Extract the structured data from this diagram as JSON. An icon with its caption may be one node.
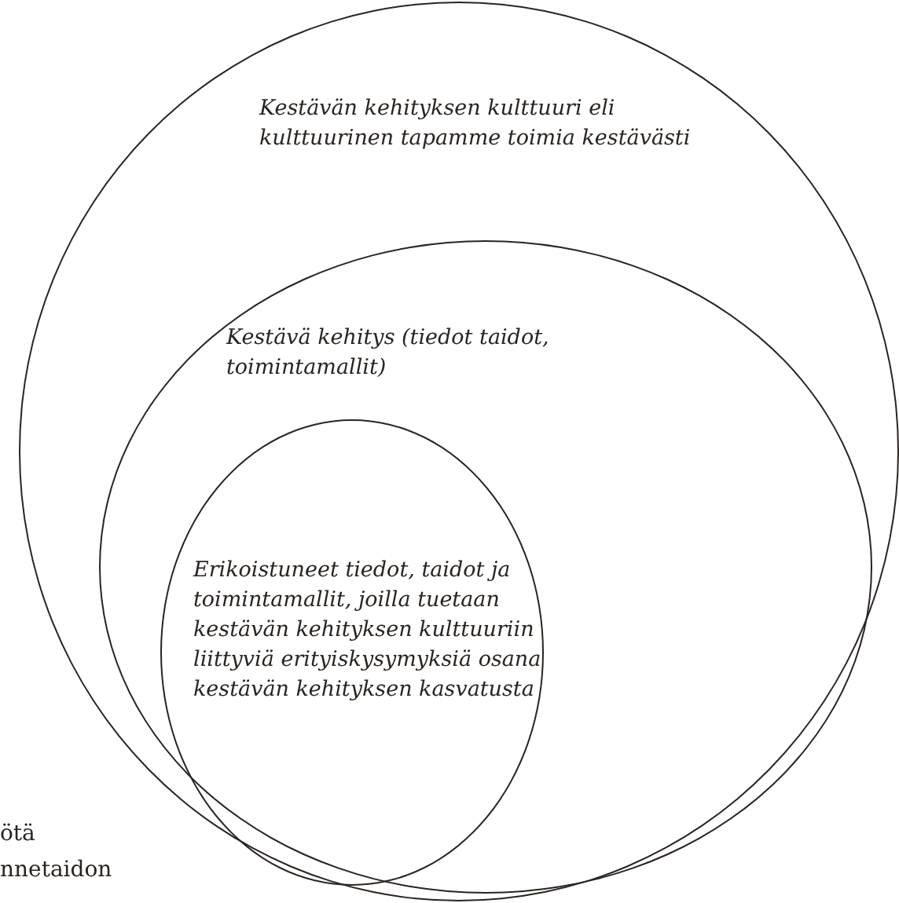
{
  "diagram": {
    "nodes": [
      {
        "text": [
          "Kestävän kehityksen kulttuuri eli kulttuurinen tapamme toimia kestävästi"
        ]
      },
      {
        "text": [
          "Kestävä kehitys (tiedot taidot, toimintamallit)"
        ],
        "in": 0
      },
      {
        "text": [
          "Erikoistuneet tiedot, taidot ja toimintamallit, joilla tuetaan kestävän kehityksen kulttuuriin liittyviä erityiskysymyksiä osana kestävän kehityksen kasvatusta"
        ],
        "in": 1
      }
    ],
    "labels": [
      "ötä",
      "nnetaidon"
    ]
  }
}
